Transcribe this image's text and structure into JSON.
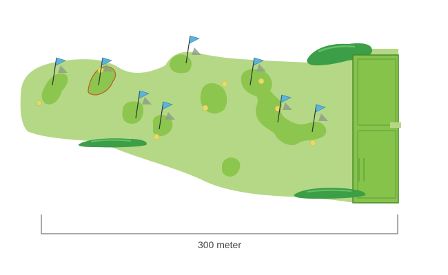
{
  "scale_bar": {
    "label": "300 meter"
  },
  "colors": {
    "fairway": "#b5d886",
    "green": "#8cc64e",
    "green_edge": "#6aa733",
    "range_fill": "#86c34b",
    "range_edge": "#4a8a2d",
    "bush": "#3c9e46",
    "bush_light": "#63c06b",
    "flag": "#5ab4dc",
    "bunker": "#e6db6a",
    "scale": "#555555"
  },
  "course": {
    "flags": [
      "flag-1",
      "flag-2",
      "flag-3",
      "flag-4",
      "flag-5",
      "flag-6",
      "flag-7",
      "flag-8"
    ]
  }
}
